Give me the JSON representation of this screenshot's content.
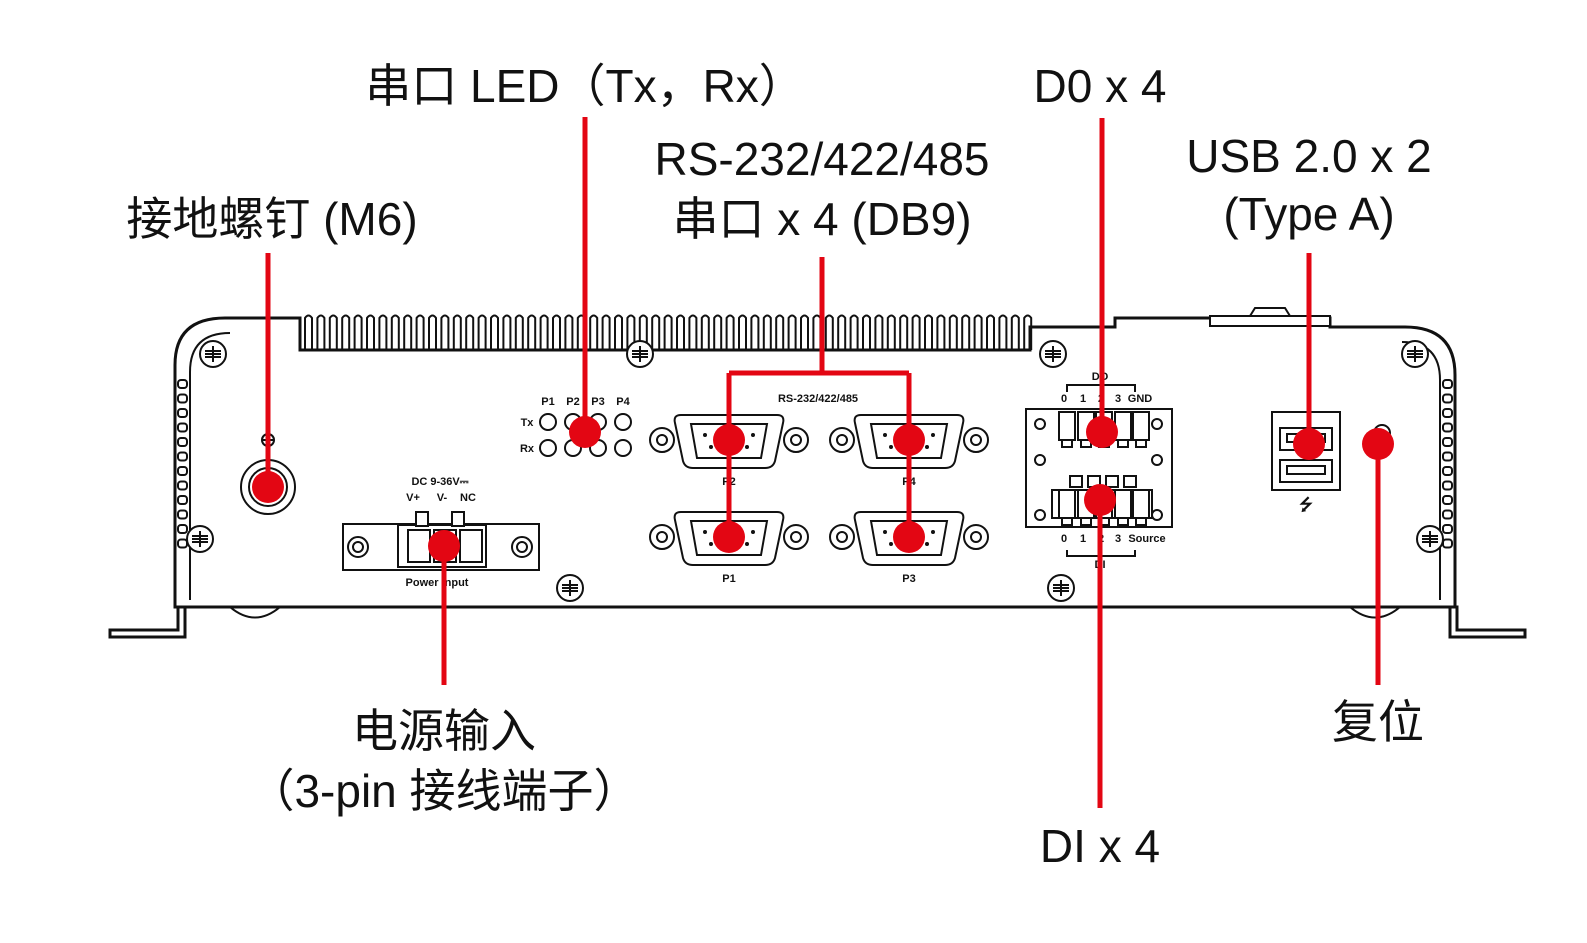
{
  "callouts": {
    "serial_led": "串口 LED（Tx，Rx）",
    "serial_ports_line1": "RS-232/422/485",
    "serial_ports_line2": "串口 x 4 (DB9)",
    "do": "D0 x 4",
    "usb_line1": "USB 2.0 x 2",
    "usb_line2": "(Type A)",
    "ground_screw": "接地螺钉 (M6)",
    "power_line1": "电源输入",
    "power_line2": "（3-pin 接线端子）",
    "reset": "复位",
    "di": "DI x 4"
  },
  "panel_labels": {
    "led_ports": [
      "P1",
      "P2",
      "P3",
      "P4"
    ],
    "led_tx": "Tx",
    "led_rx": "Rx",
    "rs_header": "RS-232/422/485",
    "db9_ports": [
      "P2",
      "P4",
      "P1",
      "P3"
    ],
    "dc_rating": "DC 9-36V⎓",
    "power_pins": [
      "V+",
      "V-",
      "NC"
    ],
    "power_input": "Power Input",
    "do_header": "DO",
    "do_pins": [
      "0",
      "1",
      "2",
      "3",
      "GND"
    ],
    "di_header": "DI",
    "di_pins": [
      "0",
      "1",
      "2",
      "3",
      "Source"
    ],
    "usb_symbol": "⭍"
  },
  "colors": {
    "leader": "#e30613",
    "outline": "#111111"
  }
}
